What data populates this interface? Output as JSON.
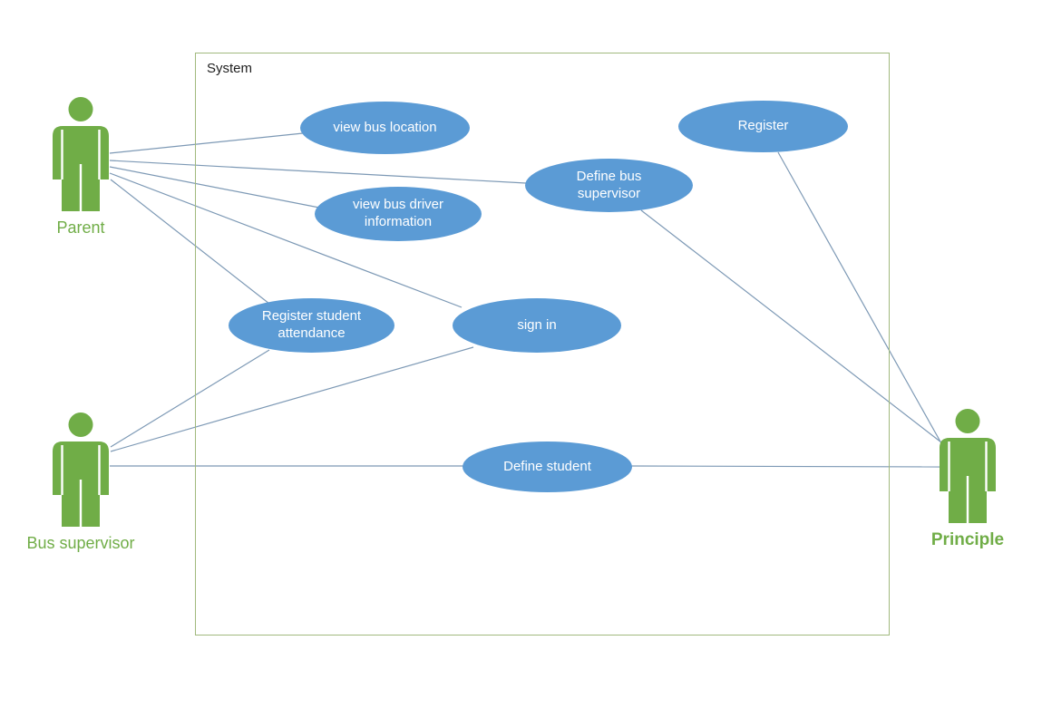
{
  "diagram": {
    "system_label": "System",
    "colors": {
      "actor_green": "#70AD47",
      "usecase_blue": "#5B9BD5",
      "usecase_text": "#FFFFFF",
      "boundary_green": "#A1B97E",
      "connector_blue_gray": "#7D99B5",
      "system_label_text": "#1F1F1F"
    },
    "actors": [
      {
        "id": "parent",
        "label": "Parent"
      },
      {
        "id": "bus-supervisor",
        "label": "Bus supervisor"
      },
      {
        "id": "principle",
        "label": "Principle"
      }
    ],
    "usecases": [
      {
        "id": "view-bus-location",
        "label": "view bus location"
      },
      {
        "id": "register",
        "label": "Register"
      },
      {
        "id": "define-bus-supervisor",
        "label": "Define bus\nsupervisor"
      },
      {
        "id": "view-bus-driver-information",
        "label": "view bus driver\ninformation"
      },
      {
        "id": "register-student-attendance",
        "label": "Register student\nattendance"
      },
      {
        "id": "sign-in",
        "label": "sign in"
      },
      {
        "id": "define-student",
        "label": "Define student"
      }
    ],
    "connections": [
      {
        "from": "Parent",
        "to": "view bus location"
      },
      {
        "from": "Parent",
        "to": "Define bus supervisor"
      },
      {
        "from": "Parent",
        "to": "view bus driver information"
      },
      {
        "from": "Parent",
        "to": "sign in"
      },
      {
        "from": "Parent",
        "to": "Register student attendance"
      },
      {
        "from": "Bus supervisor",
        "to": "Register student attendance"
      },
      {
        "from": "Bus supervisor",
        "to": "sign in"
      },
      {
        "from": "Bus supervisor",
        "to": "Define student"
      },
      {
        "from": "Define student",
        "to": "Principle"
      },
      {
        "from": "Register",
        "to": "Principle"
      },
      {
        "from": "Define bus supervisor",
        "to": "Principle"
      }
    ]
  }
}
